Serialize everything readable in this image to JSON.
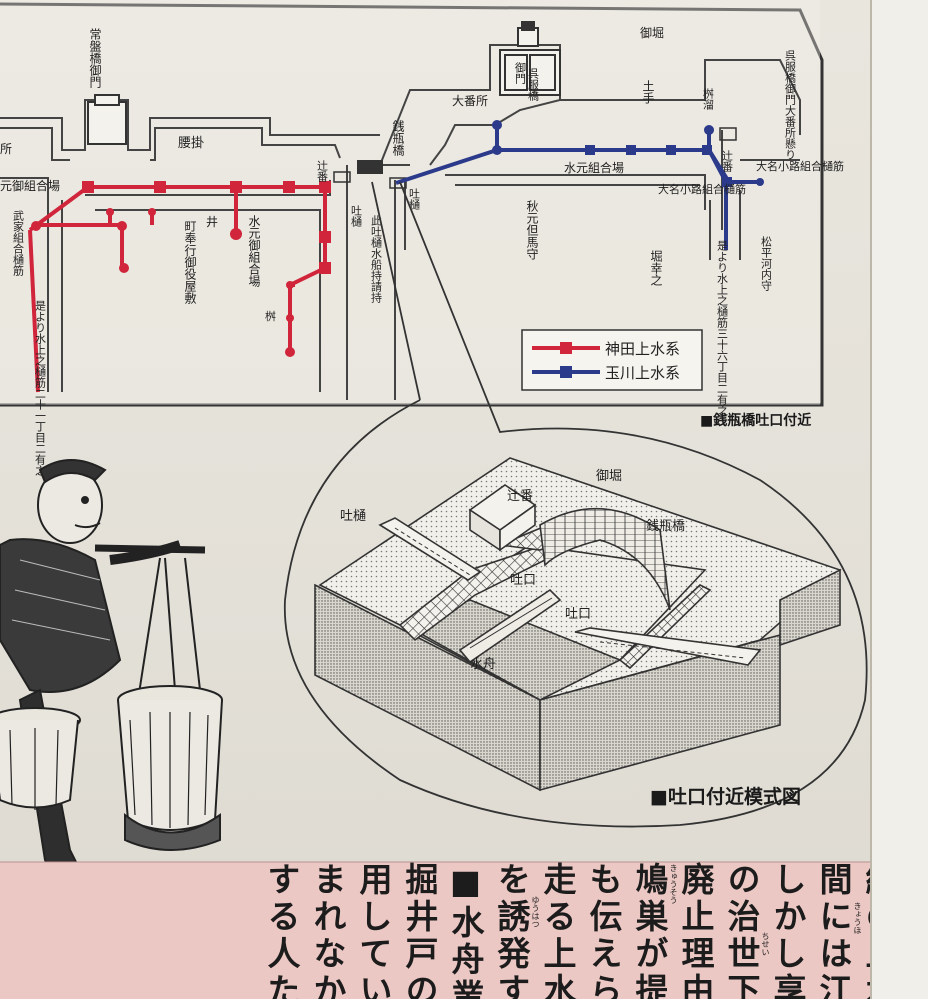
{
  "map": {
    "labels": {
      "gohori": "御堀",
      "gofukubashi": "呉服橋",
      "gofukubashi_gomon_obansho": "呉服橋御門大番所懸り",
      "tokiwabashi_gomon": "常盤橋御門",
      "sho": "所",
      "koshikake": "腰掛",
      "zenibinbashi": "銭瓶橋",
      "tsujiban_left": "辻番",
      "tsujiban_right": "辻番",
      "obansho": "大番所",
      "dote": "土手",
      "masudame": "桝溜",
      "mizumoto_kumiaiba_blue": "水元組合場",
      "mizumoto_kumiaiba_red": "元御組合場",
      "daimyo_koji_kumiai_hisuji": "大名小路組合樋筋",
      "buke_kumiai_hisuji": "武家組合樋筋",
      "machibugyo": "町奉行御役屋敷",
      "i": "井",
      "mizumoto_gokumiaiba": "水元御組合場",
      "masu": "桝",
      "hakido": "吐樋",
      "hakido_left": "吐樋",
      "ko_hakido": "此吐樋水船持請持",
      "akimoto": "秋元但馬守",
      "hori_yukinosuke": "堀幸之",
      "daimyo_koji_kumiai": "大名小路組合樋筋",
      "right_water": "是より水上之樋筋三十六丁目二有之",
      "left_water": "是より水上之樋筋二十一丁目二有之",
      "matsudaira": "松平河内守"
    },
    "legend": {
      "kanda": "神田上水系",
      "tamagawa": "玉川上水系"
    },
    "caption": "■銭瓶橋吐口付近"
  },
  "diagram": {
    "labels": {
      "gohori": "御堀",
      "tsujiban": "辻番",
      "zenibinbashi": "銭瓶橋",
      "hakido": "吐樋",
      "hakiguchi_left": "吐口",
      "hakiguchi_right": "吐口",
      "suisen": "水舟"
    },
    "caption": "■吐口付近模式図"
  },
  "body_text": {
    "columns": [
      "統の上水が",
      "間には江戸",
      "しかし享保",
      "の治世下に",
      "廃止理由は",
      "鳩巣が提出",
      "も伝えられ",
      "走る上水道",
      "を誘発する",
      "■水舟業者",
      "掘井戸の拡",
      "用していた",
      "まれなかっ",
      "する人た"
    ],
    "ruby": {
      "kyoho": "きょうほ",
      "chisei": "ちせい",
      "kyuso": "きゅうそう",
      "yuhatsu": "ゆうはつ"
    }
  },
  "colors": {
    "kanda": "#d0253a",
    "tamagawa": "#2b3a8a",
    "paper": "#e9e6de",
    "lower_band": "#ecc8c4"
  }
}
